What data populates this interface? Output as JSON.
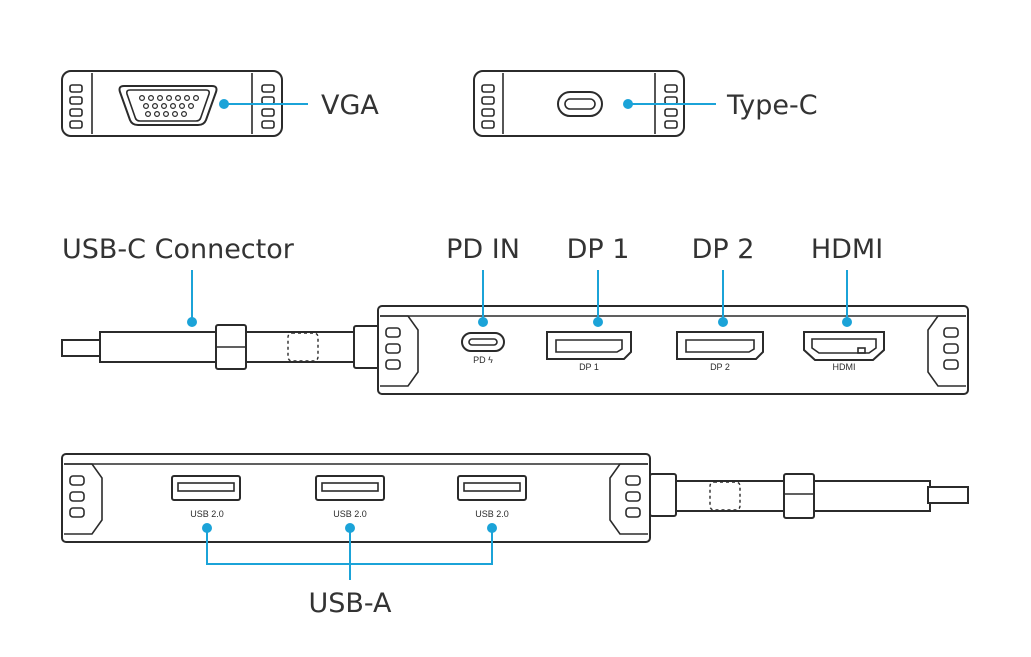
{
  "labels": {
    "vga": "VGA",
    "type_c": "Type-C",
    "usb_c_connector": "USB-C Connector",
    "pd_in": "PD IN",
    "dp1": "DP 1",
    "dp2": "DP 2",
    "hdmi": "HDMI",
    "usb_a": "USB-A"
  },
  "port_labels": {
    "pd": "PD ϟ",
    "dp1": "DP 1",
    "dp2": "DP 2",
    "hdmi": "HDMI",
    "usb1": "USB 2.0",
    "usb2": "USB 2.0",
    "usb3": "USB 2.0"
  },
  "colors": {
    "callout": "#1ba3d8",
    "outline": "#2b2b2b",
    "text": "#333333"
  }
}
